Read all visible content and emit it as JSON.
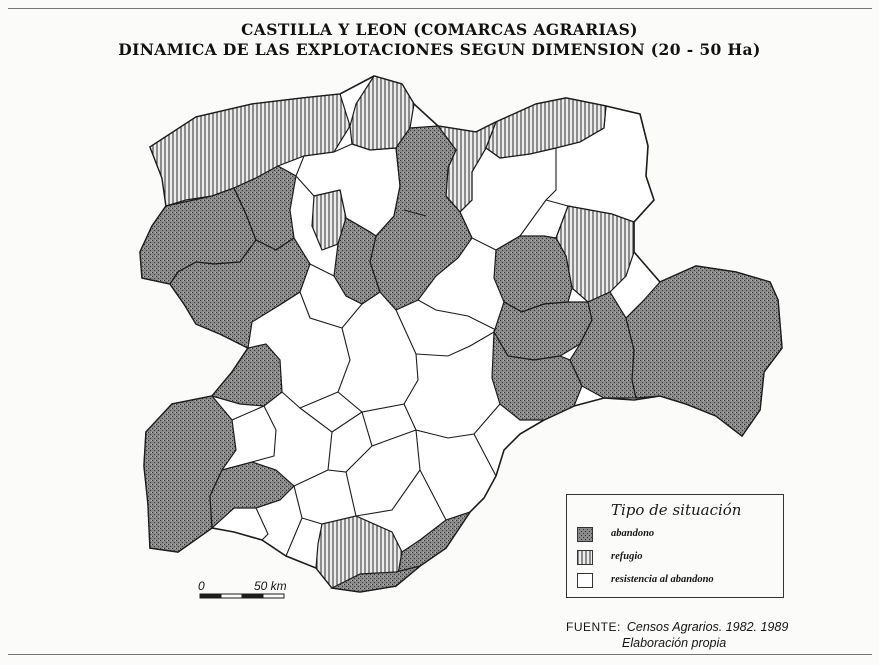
{
  "title": {
    "line1": "CASTILLA Y LEON (COMARCAS AGRARIAS)",
    "line2": "DINAMICA DE LAS EXPLOTACIONES SEGUN DIMENSION (20 - 50 Ha)"
  },
  "legend": {
    "title": "Tipo de situación",
    "items": [
      {
        "label": "abandono",
        "pattern": "dense-dots",
        "color": "#6e6e6e"
      },
      {
        "label": "refugio",
        "pattern": "vertical-lines",
        "color": "#4a4a4a"
      },
      {
        "label": "resistencia al abandono",
        "pattern": "blank",
        "color": "#ffffff"
      }
    ]
  },
  "scale": {
    "zero_label": "0",
    "distance_label": "50 km"
  },
  "source": {
    "label": "FUENTE:",
    "line1": "Censos Agrarios. 1982. 1989",
    "line2": "Elaboración propia"
  },
  "colors": {
    "abandono_fill": "#7a7a7a",
    "refugio_stroke": "#3e3e3e",
    "border": "#1c1c1c",
    "background": "#fbfbf9"
  }
}
